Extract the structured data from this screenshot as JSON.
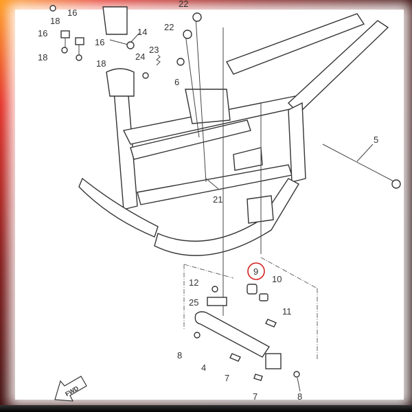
{
  "diagram": {
    "title": "Frame parts diagram",
    "callouts": {
      "c18a": "18",
      "c16a": "16",
      "c16b": "16",
      "c14": "14",
      "c16c": "16",
      "c18b": "18",
      "c18c": "18",
      "c22a": "22",
      "c22b": "22",
      "c24": "24",
      "c23": "23",
      "c6": "6",
      "c5": "5",
      "c21": "21",
      "c9": "9",
      "c10": "10",
      "c12": "12",
      "c25": "25",
      "c11": "11",
      "c8a": "8",
      "c4": "4",
      "c7a": "7",
      "c7b": "7",
      "c8b": "8"
    },
    "fwd_label": "FWD",
    "highlight_color": "#d42020"
  }
}
